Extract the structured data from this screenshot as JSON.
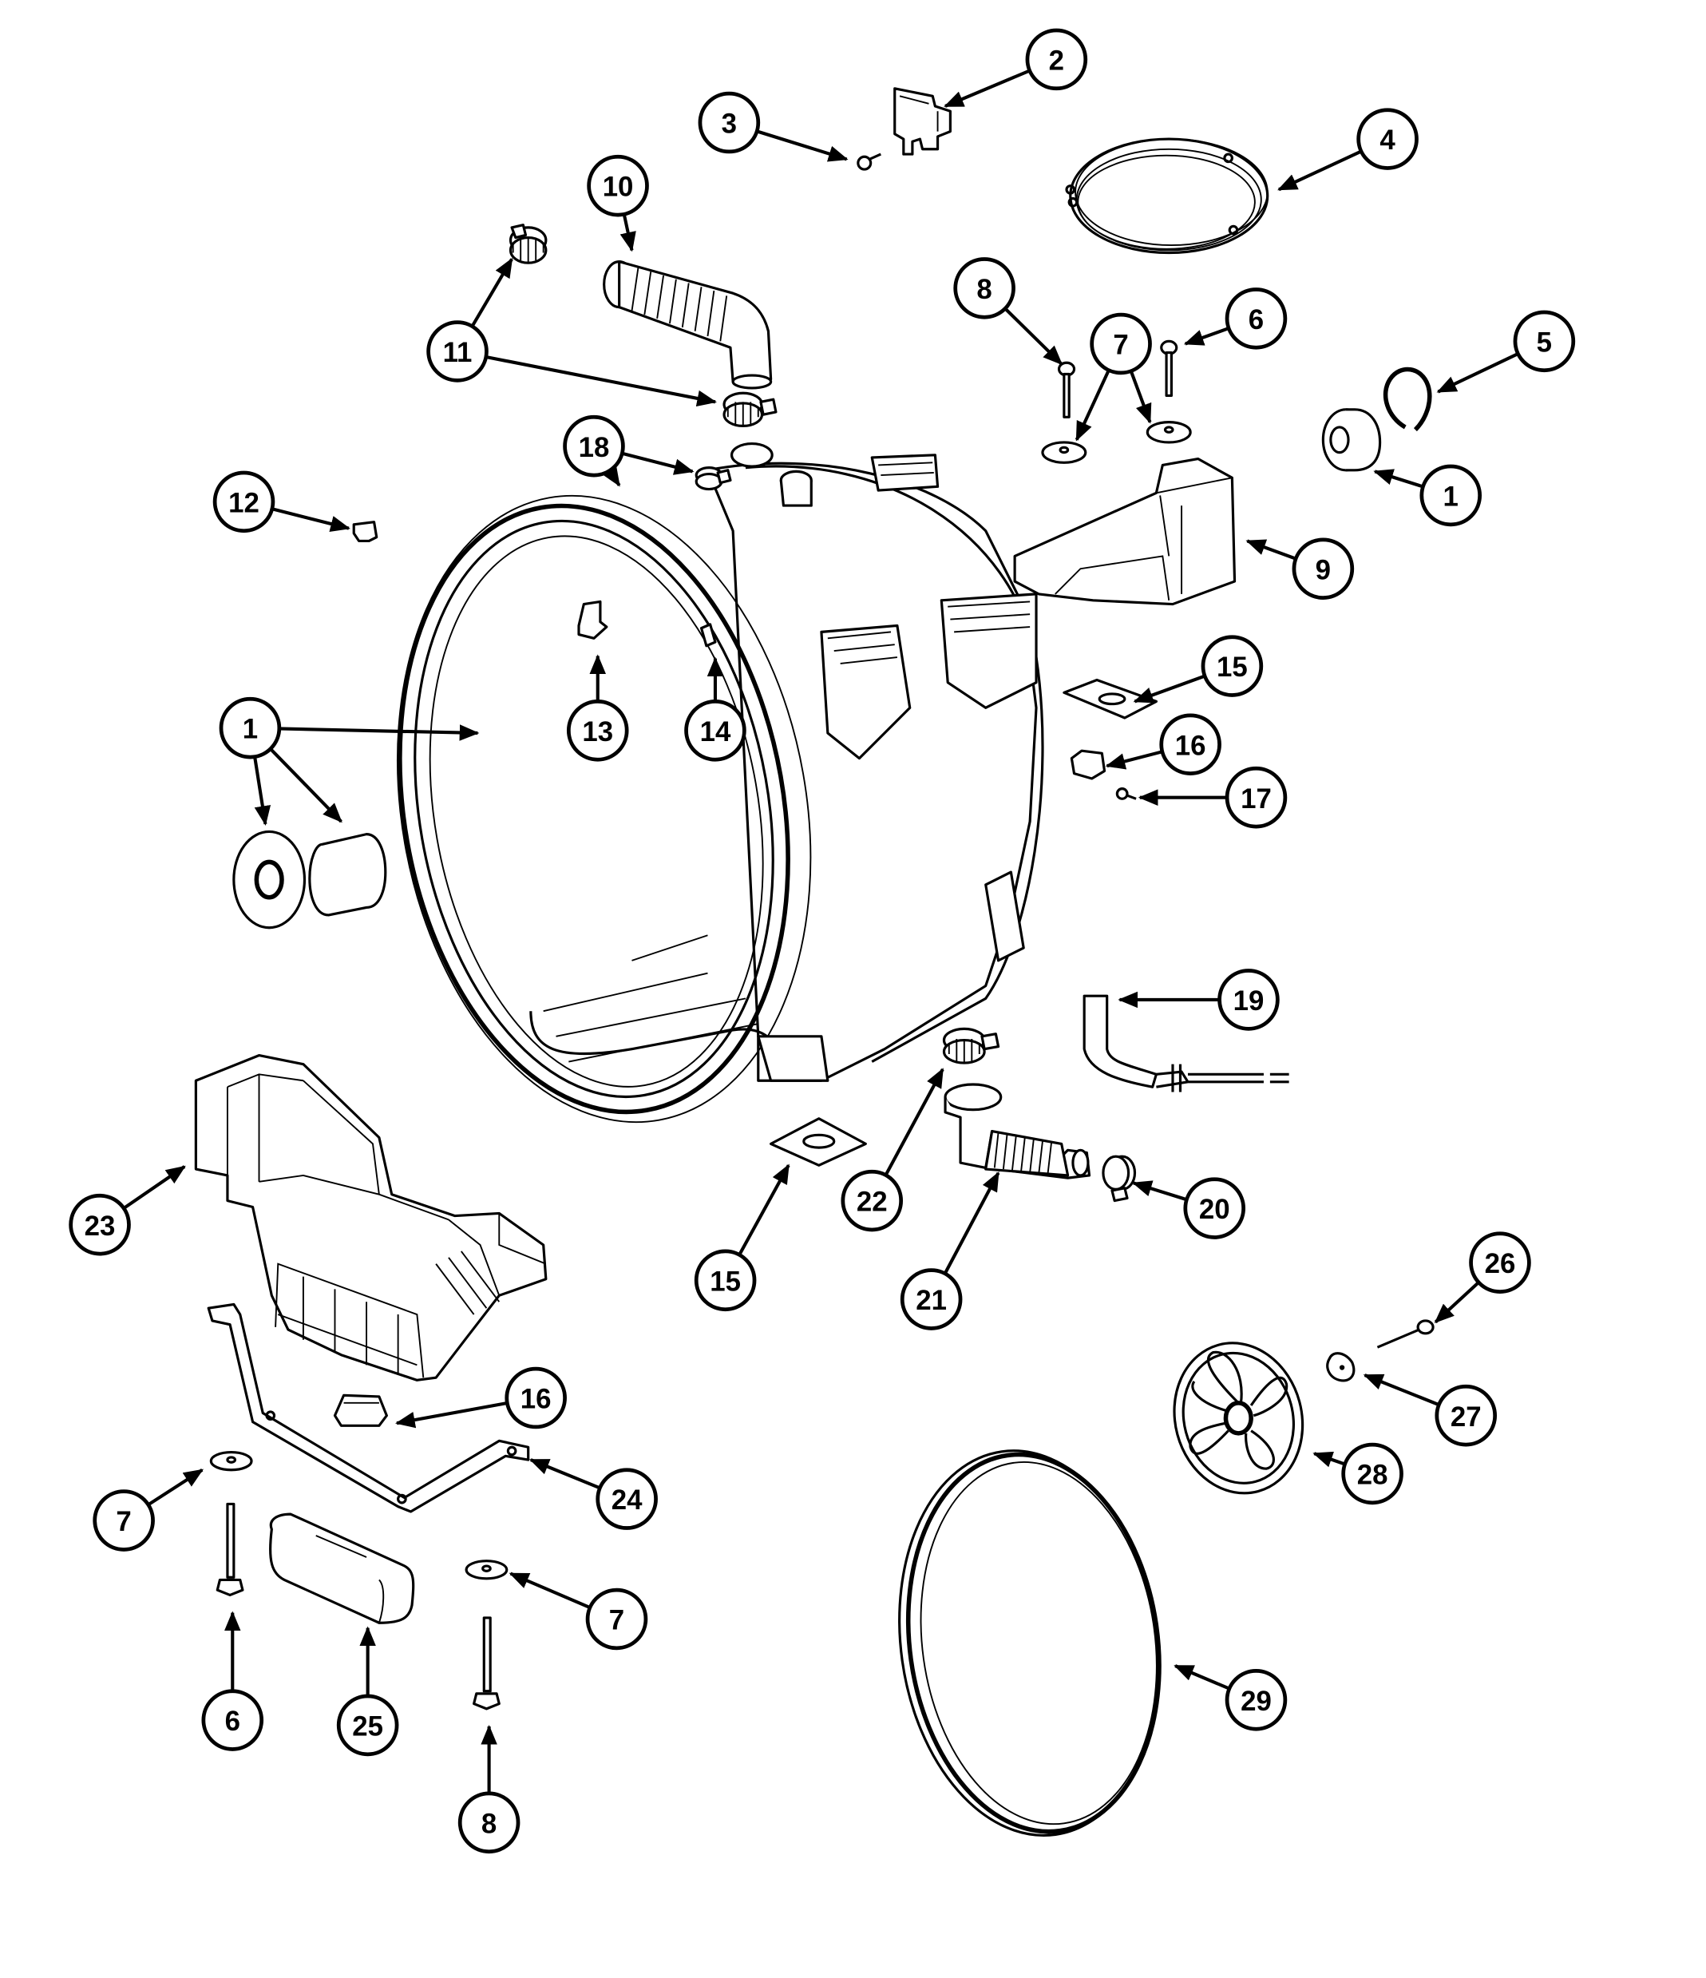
{
  "diagram": {
    "title": "Tub and drain system exploded parts view",
    "background_color": "#ffffff",
    "line_color": "#000000"
  },
  "callouts": [
    {
      "id": "c2",
      "label": "2",
      "part": "switch-bracket"
    },
    {
      "id": "c3",
      "label": "3",
      "part": "screw"
    },
    {
      "id": "c4",
      "label": "4",
      "part": "wire-harness-coil"
    },
    {
      "id": "c10",
      "label": "10",
      "part": "bellows-hose"
    },
    {
      "id": "c11",
      "label": "11",
      "part": "hose-clamp"
    },
    {
      "id": "c8a",
      "label": "8",
      "part": "bolt"
    },
    {
      "id": "c7a",
      "label": "7",
      "part": "washer"
    },
    {
      "id": "c6a",
      "label": "6",
      "part": "bolt"
    },
    {
      "id": "c5",
      "label": "5",
      "part": "retaining-ring"
    },
    {
      "id": "c1a",
      "label": "1",
      "part": "seal"
    },
    {
      "id": "c18",
      "label": "18",
      "part": "small-clamp"
    },
    {
      "id": "c12",
      "label": "12",
      "part": "clip"
    },
    {
      "id": "c9",
      "label": "9",
      "part": "weight-block"
    },
    {
      "id": "c13",
      "label": "13",
      "part": "bracket"
    },
    {
      "id": "c14",
      "label": "14",
      "part": "clip"
    },
    {
      "id": "c15a",
      "label": "15",
      "part": "pad"
    },
    {
      "id": "c1b",
      "label": "1",
      "part": "tub-and-seals"
    },
    {
      "id": "c16a",
      "label": "16",
      "part": "bumper"
    },
    {
      "id": "c17",
      "label": "17",
      "part": "screw"
    },
    {
      "id": "c19",
      "label": "19",
      "part": "pressure-hose"
    },
    {
      "id": "c22",
      "label": "22",
      "part": "clamp"
    },
    {
      "id": "c20",
      "label": "20",
      "part": "clamp"
    },
    {
      "id": "c23",
      "label": "23",
      "part": "base-weight"
    },
    {
      "id": "c15b",
      "label": "15",
      "part": "pad"
    },
    {
      "id": "c21",
      "label": "21",
      "part": "sump-hose"
    },
    {
      "id": "c26",
      "label": "26",
      "part": "bolt"
    },
    {
      "id": "c27",
      "label": "27",
      "part": "washer"
    },
    {
      "id": "c16b",
      "label": "16",
      "part": "bumper"
    },
    {
      "id": "c28",
      "label": "28",
      "part": "tub-pulley"
    },
    {
      "id": "c24",
      "label": "24",
      "part": "support-bracket"
    },
    {
      "id": "c7b",
      "label": "7",
      "part": "washer"
    },
    {
      "id": "c7c",
      "label": "7",
      "part": "washer"
    },
    {
      "id": "c29",
      "label": "29",
      "part": "drive-belt"
    },
    {
      "id": "c6b",
      "label": "6",
      "part": "bolt"
    },
    {
      "id": "c25",
      "label": "25",
      "part": "weight"
    },
    {
      "id": "c8b",
      "label": "8",
      "part": "bolt"
    }
  ]
}
